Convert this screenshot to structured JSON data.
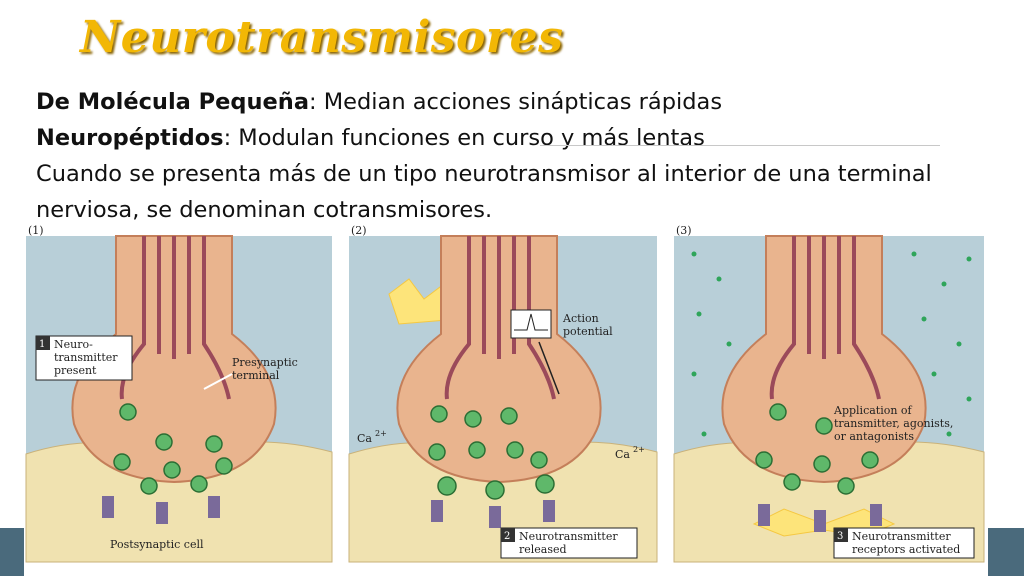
{
  "title": "Neurotransmisores",
  "lines": {
    "l1_bold": "De Molécula Pequeña",
    "l1_rest": ": Median acciones sinápticas rápidas",
    "l2_bold": "Neuropéptidos",
    "l2_rest": ": Modulan funciones en curso y más lentas",
    "l3": "Cuando se presenta más de un tipo neurotransmisor al interior de una terminal nerviosa, se denominan cotransmisores."
  },
  "figure": {
    "panel1": {
      "tag": "(1)",
      "step_num": "1",
      "step_label_1": "Neuro-",
      "step_label_2": "transmitter",
      "step_label_3": "present",
      "presynaptic_1": "Presynaptic",
      "presynaptic_2": "terminal",
      "postsynaptic": "Postsynaptic cell"
    },
    "panel2": {
      "tag": "(2)",
      "ap_1": "Action",
      "ap_2": "potential",
      "ca_left": "Ca",
      "ca_right": "Ca",
      "ca_sup": "2+",
      "step_num": "2",
      "step_label_1": "Neurotransmitter",
      "step_label_2": "released"
    },
    "panel3": {
      "tag": "(3)",
      "app_1": "Application of",
      "app_2": "transmitter, agonists,",
      "app_3": "or antagonists",
      "step_num": "3",
      "step_label_1": "Neurotransmitter",
      "step_label_2": "receptors activated"
    },
    "colors": {
      "background": "#b8cfd8",
      "terminal": "#e9b48e",
      "postsynaptic": "#f0e2b0",
      "vesicle": "#5fb86a",
      "axon_stripes": "#9b4a5a"
    }
  }
}
